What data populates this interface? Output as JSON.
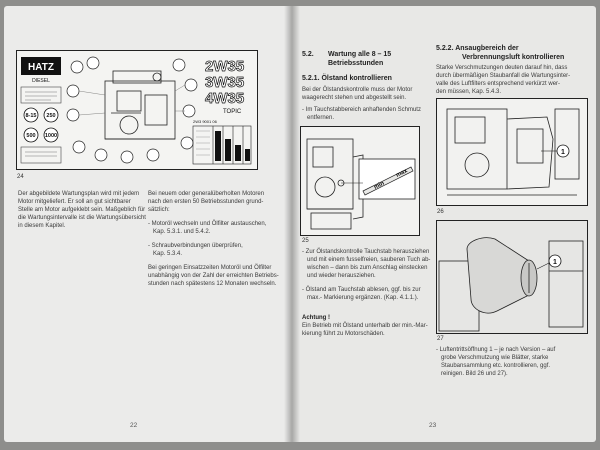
{
  "left_page": {
    "figure": {
      "number": "24",
      "logo": "HATZ",
      "logo_sub": "DIESEL",
      "models": [
        "2W35",
        "3W35",
        "4W35"
      ],
      "topic_label": "TOPIC",
      "intervals": [
        "8-15",
        "250",
        "500",
        "1000"
      ],
      "small_label": "2W3 9001 06"
    },
    "body_col1": [
      "Der abgebildete Wartungsplan wird mit jedem",
      "Motor mitgeliefert. Er soll an gut sichtbarer",
      "Stelle am Motor aufgeklebt sein. Maßgeblich für",
      "die Wartungsintervalle ist die Wartungsübersicht",
      "in diesem Kapitel."
    ],
    "body_col2": {
      "intro": [
        "Bei neuem oder generalüberholten Motoren",
        "nach den ersten 50 Betriebsstunden grund-",
        "sätzlich:"
      ],
      "bullets": [
        [
          "- Motoröl wechseln und Ölfilter austauschen,",
          "Kap. 5.3.1. und 5.4.2."
        ],
        [
          "- Schraubverbindungen überprüfen,",
          "Kap. 5.3.4."
        ]
      ],
      "note": [
        "Bei geringen Einsatzzeiten Motoröl und Ölfilter",
        "unabhängig von der Zahl der erreichten Betriebs-",
        "stunden nach spätestens 12 Monaten wechseln."
      ]
    },
    "page_number": "22"
  },
  "right_page": {
    "col1": {
      "section": "5.2.",
      "section_title": [
        "Wartung alle 8 – 15",
        "Betriebsstunden"
      ],
      "subsection": "5.2.1. Ölstand kontrollieren",
      "intro": [
        "Bei der Ölstandskontrolle muss der Motor",
        "waagerecht stehen und abgestellt sein."
      ],
      "bullet1": [
        "- Im Tauchstabbereich anhaftenden Schmutz",
        "entfernen."
      ],
      "figure_number": "25",
      "dipstick_labels": [
        "max",
        "min"
      ],
      "bullets": [
        [
          "- Zur Ölstandskontrolle Tauchstab herausziehen",
          "und mit einem fusselfreien, sauberen Tuch ab-",
          "wischen – dann bis zum Anschlag einstecken",
          "und wieder herausziehen."
        ],
        [
          "- Ölstand am Tauchstab ablesen, ggf. bis zur",
          "max.- Markierung ergänzen. (Kap. 4.1.1.)."
        ]
      ],
      "warning_title": "Achtung !",
      "warning": [
        "Ein Betrieb mit Ölstand unterhalb der min.-Mar-",
        "kierung führt zu Motorschäden."
      ]
    },
    "col2": {
      "subsection": [
        "5.2.2. Ansaugbereich der",
        "Verbrennungsluft kontrollieren"
      ],
      "intro": [
        "Starke Verschmutzungen deuten darauf hin, dass",
        "durch übermäßigen Staubanfall die Wartungsinter-",
        "valle des Luftfilters entsprechend verkürzt wer-",
        "den müssen, Kap. 5.4.3."
      ],
      "figure_top_number": "26",
      "figure_bottom_number": "27",
      "callout": "1",
      "bullet": [
        "- Luftentrittsöffnung 1 – je nach Version – auf",
        "grobe Verschmutzung wie Blätter, starke",
        "Staubansammlung etc. kontrollieren, ggf.",
        "reinigen. Bild 26 und 27)."
      ]
    },
    "page_number": "23"
  }
}
